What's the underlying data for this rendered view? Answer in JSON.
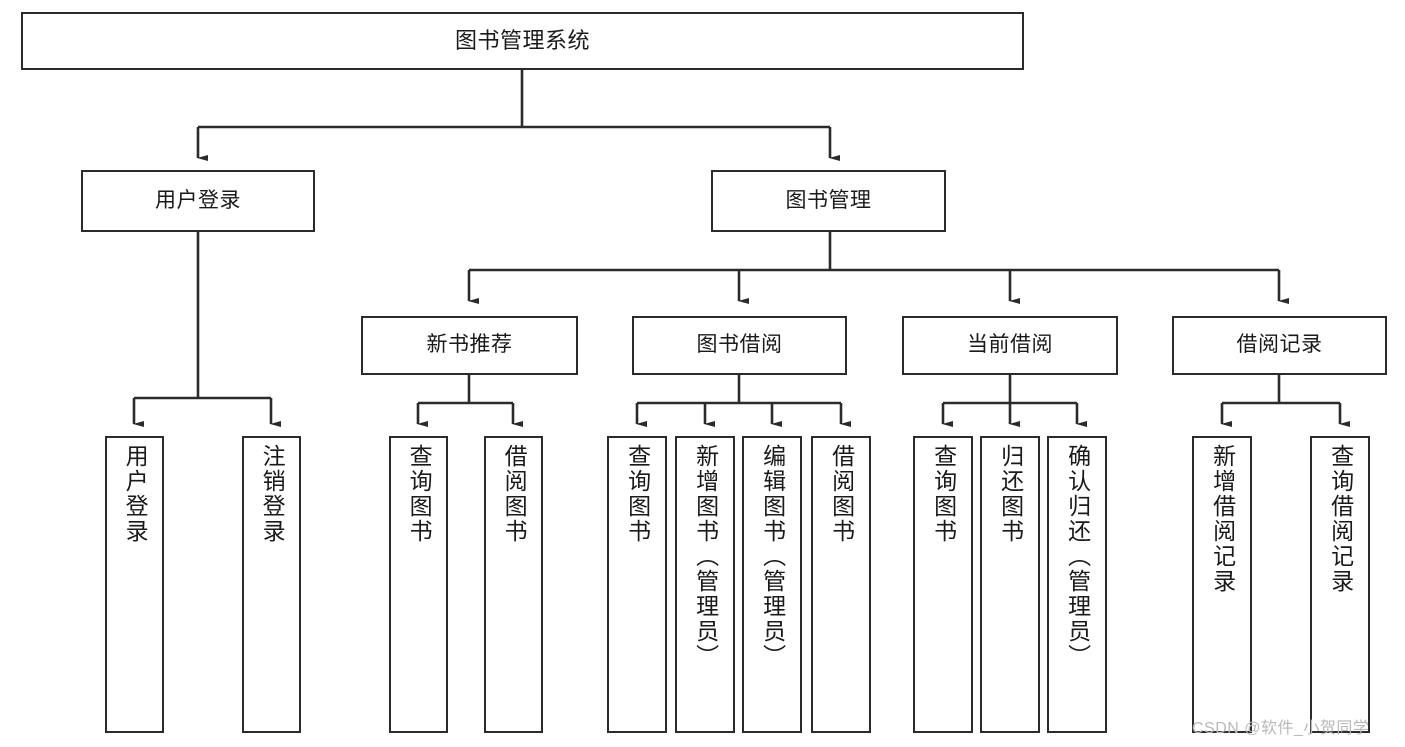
{
  "diagram": {
    "type": "tree-hierarchy",
    "title": "图书管理系统",
    "watermark": "CSDN @软件_小贺同学",
    "colors": {
      "box_border": "#2b2b2b",
      "box_fill": "#ffffff",
      "edge": "#2b2b2b",
      "text": "#1a1a1a",
      "watermark": "#b9b9b9"
    },
    "nodes": {
      "root": {
        "label": "图书管理系统"
      },
      "level2": [
        {
          "label": "用户登录"
        },
        {
          "label": "图书管理"
        }
      ],
      "level3": [
        {
          "label": "新书推荐"
        },
        {
          "label": "图书借阅"
        },
        {
          "label": "当前借阅"
        },
        {
          "label": "借阅记录"
        }
      ],
      "leaves": [
        {
          "label": "用户登录",
          "parent": "用户登录"
        },
        {
          "label": "注销登录",
          "parent": "用户登录"
        },
        {
          "label": "查询图书",
          "parent": "新书推荐"
        },
        {
          "label": "借阅图书",
          "parent": "新书推荐"
        },
        {
          "label": "查询图书",
          "parent": "图书借阅"
        },
        {
          "label": "新增图书（管理员）",
          "parent": "图书借阅"
        },
        {
          "label": "编辑图书（管理员）",
          "parent": "图书借阅"
        },
        {
          "label": "借阅图书",
          "parent": "图书借阅"
        },
        {
          "label": "查询图书",
          "parent": "当前借阅"
        },
        {
          "label": "归还图书",
          "parent": "当前借阅"
        },
        {
          "label": "确认归还（管理员）",
          "parent": "当前借阅"
        },
        {
          "label": "新增借阅记录",
          "parent": "借阅记录"
        },
        {
          "label": "查询借阅记录",
          "parent": "借阅记录"
        }
      ]
    }
  }
}
